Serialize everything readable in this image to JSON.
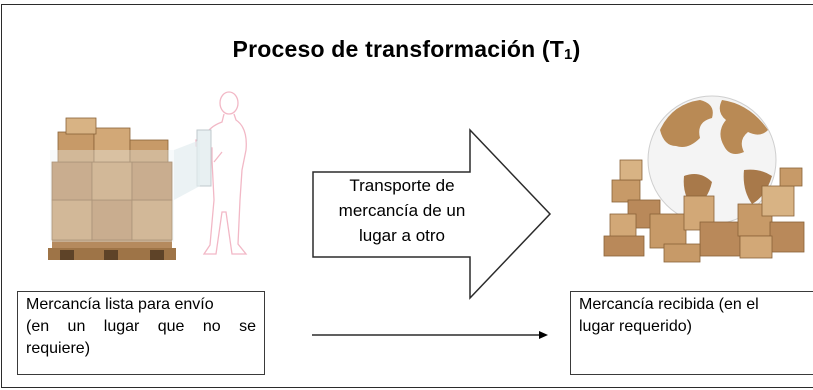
{
  "title": {
    "main": "Proceso de transformación (T",
    "subscript": "1",
    "close": ")"
  },
  "left_box": {
    "line1": "Mercancía lista para envío",
    "line2": "(en un lugar que no se",
    "line3": "requiere)"
  },
  "right_box": {
    "line1": "Mercancía recibida (en el",
    "line2": "lugar requerido)"
  },
  "arrow_label": {
    "line1": "Transporte de",
    "line2": "mercancía de un",
    "line3": "lugar a otro"
  },
  "colors": {
    "frame": "#2b2b2b",
    "box_fill": "#c79a68",
    "box_shade": "#9e7447",
    "pallet": "#b58a5e",
    "globe_land": "#b98a55",
    "globe_sea": "#f4f4f4",
    "person_outline": "#f2b8c6"
  }
}
